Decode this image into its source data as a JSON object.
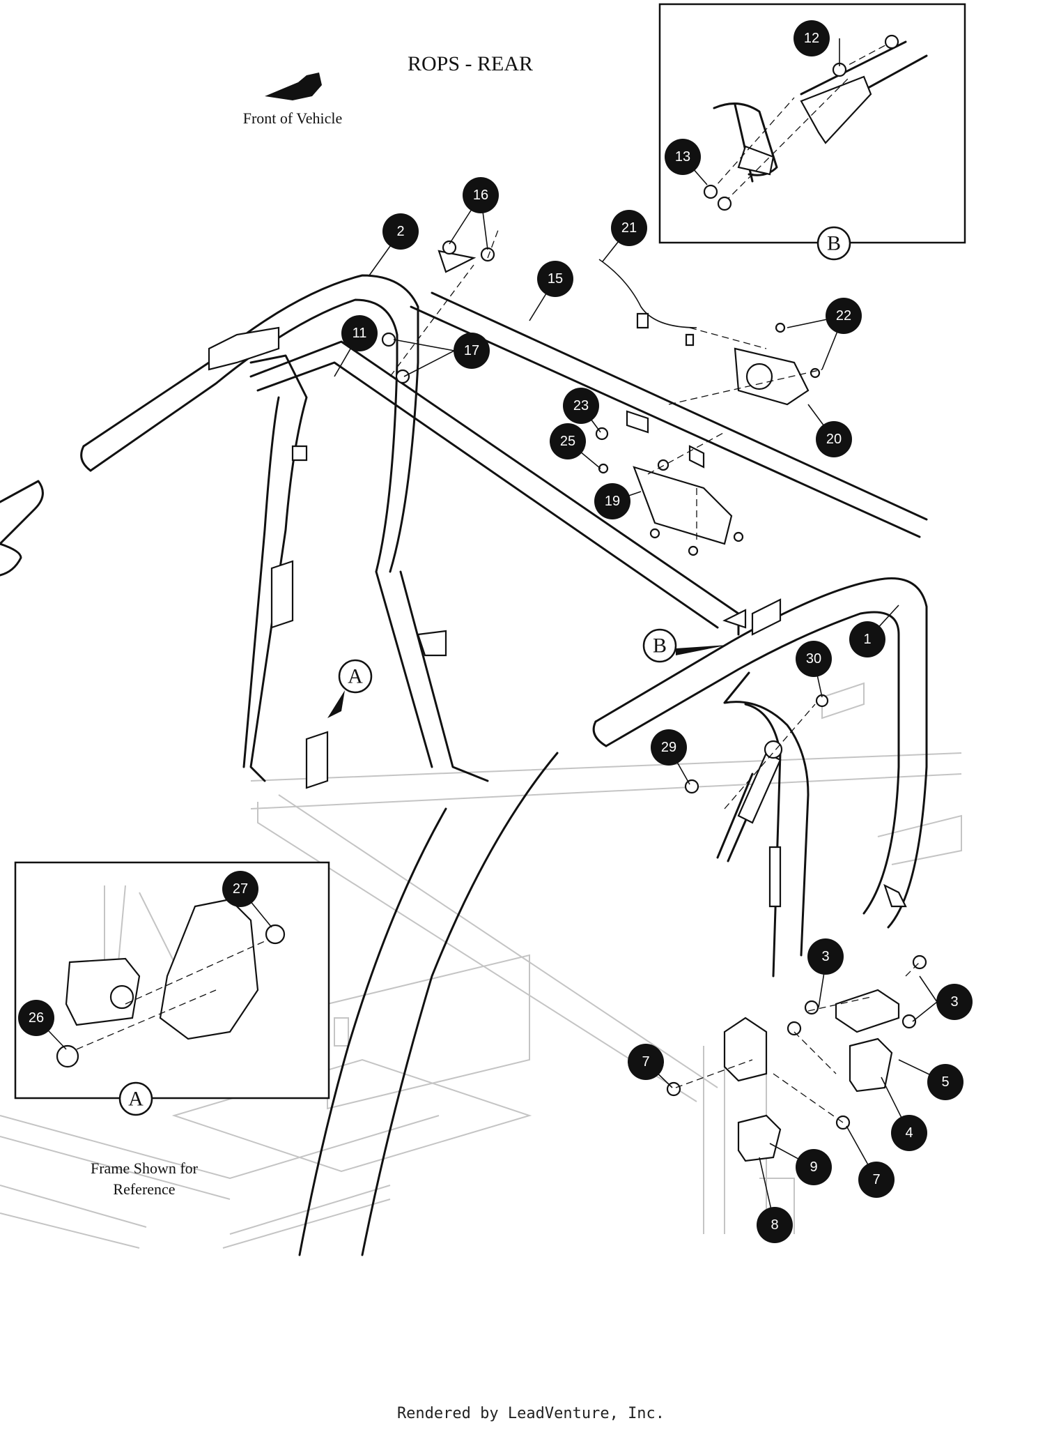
{
  "title": "ROPS - REAR",
  "front_label": "Front of Vehicle",
  "frame_note_line1": "Frame Shown for",
  "frame_note_line2": "Reference",
  "footer": "Rendered by LeadVenture, Inc.",
  "detail_labels": {
    "a": "A",
    "b": "B"
  },
  "callouts": [
    "1",
    "2",
    "3",
    "3",
    "4",
    "5",
    "7",
    "7",
    "8",
    "9",
    "11",
    "12",
    "13",
    "15",
    "16",
    "17",
    "19",
    "20",
    "21",
    "22",
    "23",
    "25",
    "26",
    "27",
    "29",
    "30"
  ]
}
